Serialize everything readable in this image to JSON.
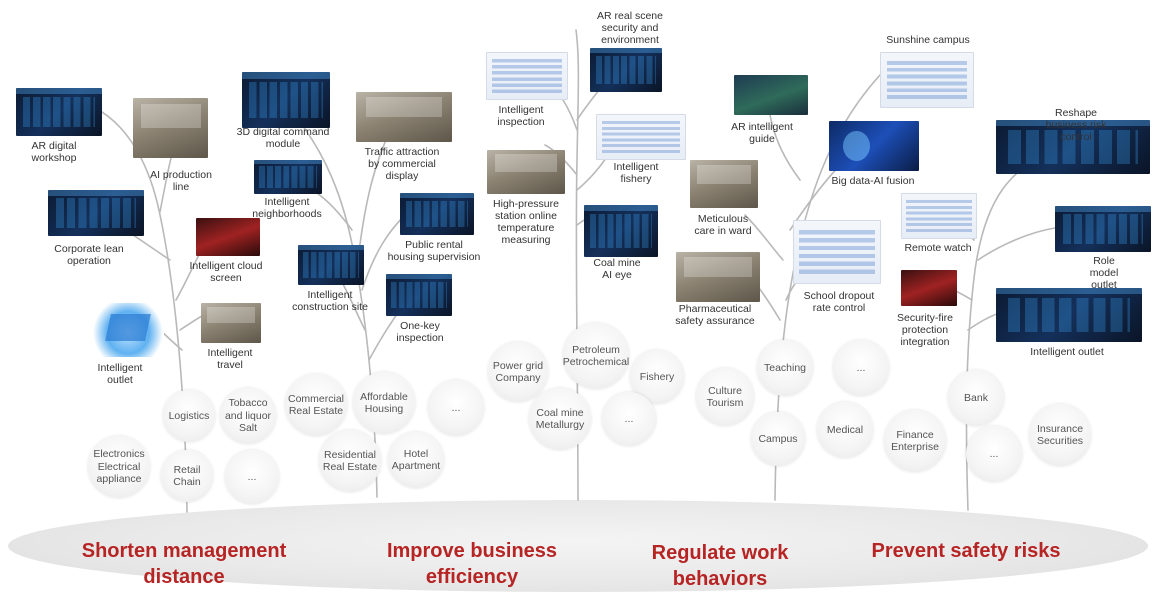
{
  "banners": [
    {
      "line1": "Shorten management",
      "line2": "distance"
    },
    {
      "line1": "Improve business",
      "line2": "efficiency"
    },
    {
      "line1": "Regulate work",
      "line2": "behaviors"
    },
    {
      "line1": "Prevent safety risks",
      "line2": ""
    }
  ],
  "labels": [
    "AR digital\nworkshop",
    "AI production\nline",
    "3D digital command\nmodule",
    "Traffic attraction\nby commercial\ndisplay",
    "Intelligent\nneighborhoods",
    "Corporate lean\noperation",
    "Intelligent cloud\nscreen",
    "Public rental\nhousing supervision",
    "Intelligent\nconstruction site",
    "One-key\ninspection",
    "Intelligent\ntravel",
    "Intelligent\noutlet",
    "AR real scene\nsecurity and\nenvironment",
    "Intelligent\ninspection",
    "Intelligent\nfishery",
    "High-pressure\nstation online\ntemperature\nmeasuring",
    "Coal mine\nAI eye",
    "Sunshine campus",
    "AR intelligent\nguide",
    "Reshape business risk control",
    "Big data-AI fusion",
    "Meticulous\ncare in ward",
    "Remote watch",
    "Role model outlet",
    "School dropout\nrate control",
    "Pharmaceutical\nsafety assurance",
    "Security-fire\nprotection\nintegration",
    "Intelligent outlet"
  ],
  "bubbles": [
    "Logistics",
    "Tobacco\nand liquor\nSalt",
    "Electronics\nElectrical\nappliance",
    "Retail\nChain",
    "...",
    "Commercial\nReal Estate",
    "Affordable\nHousing",
    "...",
    "Residential\nReal Estate",
    "Hotel\nApartment",
    "Power grid\nCompany",
    "Petroleum\nPetrochemical",
    "Fishery",
    "Coal mine\nMetallurgy",
    "...",
    "Culture\nTourism",
    "Teaching",
    "...",
    "Campus",
    "Medical",
    "Finance\nEnterprise",
    "Bank",
    "...",
    "Insurance\nSecurities"
  ]
}
